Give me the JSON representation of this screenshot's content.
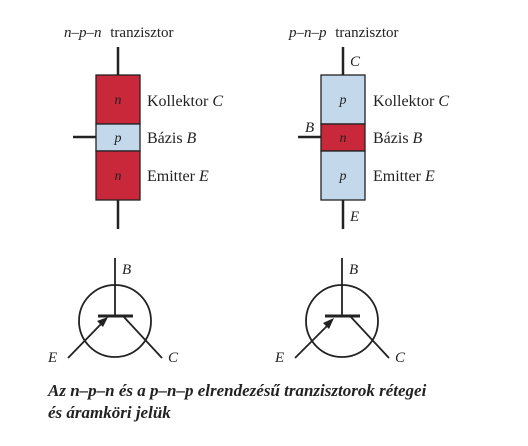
{
  "colors": {
    "n_layer": "#c8283a",
    "p_layer": "#c3d9eb",
    "stroke": "#222222"
  },
  "npn": {
    "title_type": "n–p–n",
    "title_word": "tranzisztor",
    "layers": [
      {
        "letter": "n",
        "type": "n",
        "name": "Kollektor",
        "symbol": "C"
      },
      {
        "letter": "p",
        "type": "p",
        "name": "Bázis",
        "symbol": "B"
      },
      {
        "letter": "n",
        "type": "n",
        "name": "Emitter",
        "symbol": "E"
      }
    ],
    "symbol_labels": {
      "base": "B",
      "emitter": "E",
      "collector": "C"
    }
  },
  "pnp": {
    "title_type": "p–n–p",
    "title_word": "tranzisztor",
    "lead_top": "C",
    "lead_left": "B",
    "lead_bottom": "E",
    "layers": [
      {
        "letter": "p",
        "type": "p",
        "name": "Kollektor",
        "symbol": "C"
      },
      {
        "letter": "n",
        "type": "n",
        "name": "Bázis",
        "symbol": "B"
      },
      {
        "letter": "p",
        "type": "p",
        "name": "Emitter",
        "symbol": "E"
      }
    ],
    "symbol_labels": {
      "base": "B",
      "emitter": "E",
      "collector": "C"
    }
  },
  "caption": {
    "line1": "Az n–p–n és a p–n–p elrendezésű tranzisztorok rétegei",
    "line2": "és áramköri jelük"
  }
}
